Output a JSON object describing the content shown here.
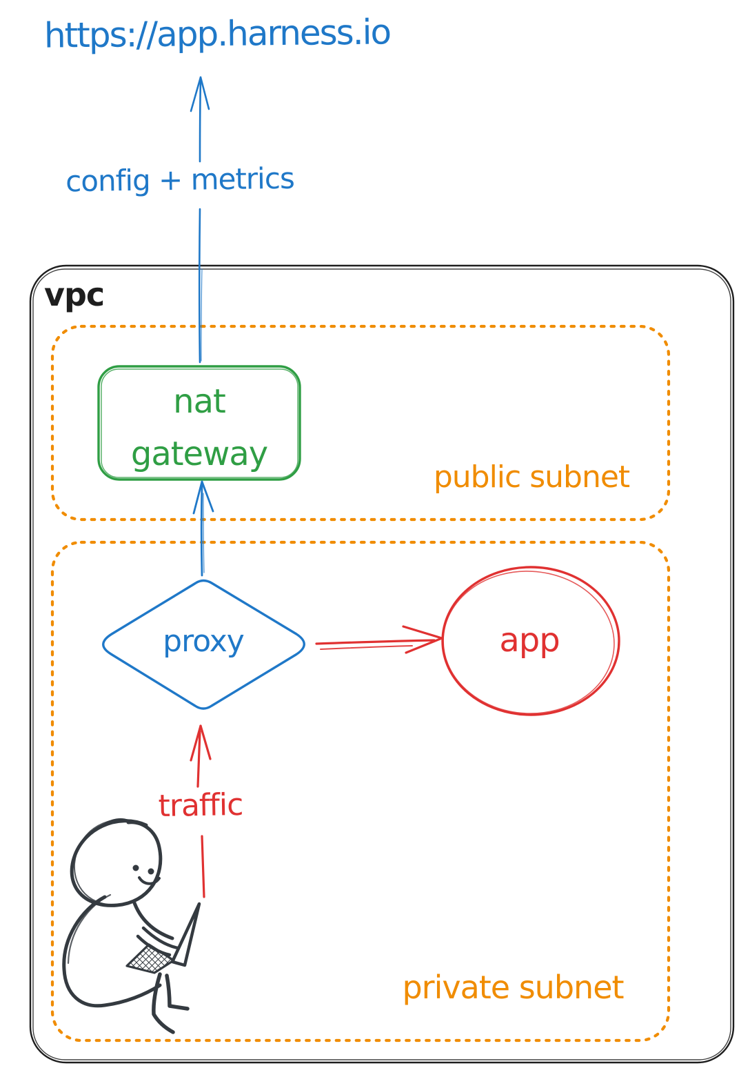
{
  "colors": {
    "blue": "#1f78c8",
    "green": "#2f9e44",
    "orange": "#f08c00",
    "red": "#e03131",
    "ink": "#1e1e1e",
    "person": "#343a40"
  },
  "diagram": {
    "url": "https://app.harness.io",
    "config_metrics": "config + metrics",
    "vpc": "vpc",
    "public_subnet": "public subnet",
    "private_subnet": "private subnet",
    "nat_gateway": {
      "line1": "nat",
      "line2": "gateway"
    },
    "proxy": "proxy",
    "app": "app",
    "traffic": "traffic"
  }
}
